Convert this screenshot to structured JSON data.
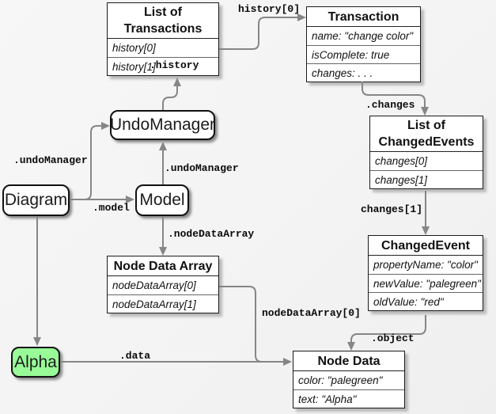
{
  "diagram": {
    "background_color": "#f4f4f4",
    "link_color": "#868686",
    "node_fill": "#ffffff",
    "alpha_node_fill": "#98fb98",
    "shadow_color": "#b9b9b9"
  },
  "nodes": {
    "diagram": {
      "label": "Diagram"
    },
    "model": {
      "label": "Model"
    },
    "undo_manager": {
      "label": "UndoManager"
    },
    "alpha": {
      "label": "Alpha"
    }
  },
  "boxes": {
    "list_of_transactions": {
      "title": "List of\nTransactions",
      "rows": [
        "history[0]",
        "history[1]"
      ]
    },
    "transaction": {
      "title": "Transaction",
      "rows": [
        "name: \"change color\"",
        "isComplete: true",
        "changes: . . ."
      ]
    },
    "list_of_changed_events": {
      "title": "List of\nChangedEvents",
      "rows": [
        "changes[0]",
        "changes[1]"
      ]
    },
    "changed_event": {
      "title": "ChangedEvent",
      "rows": [
        "propertyName: \"color\"",
        "newValue: \"palegreen\"",
        "oldValue: \"red\""
      ]
    },
    "node_data_array": {
      "title": "Node Data Array",
      "rows": [
        "nodeDataArray[0]",
        "nodeDataArray[1]"
      ]
    },
    "node_data": {
      "title": "Node Data",
      "rows": [
        "color: \"palegreen\"",
        "text: \"Alpha\""
      ]
    }
  },
  "link_labels": {
    "history0": "history[0]",
    "history": ".history",
    "changes": ".changes",
    "changes1": "changes[1]",
    "object": ".object",
    "undo_manager_left": ".undoManager",
    "undo_manager_right": ".undoManager",
    "model": ".model",
    "node_data_array": ".nodeDataArray",
    "node_data_array0": "nodeDataArray[0]",
    "data": ".data"
  }
}
